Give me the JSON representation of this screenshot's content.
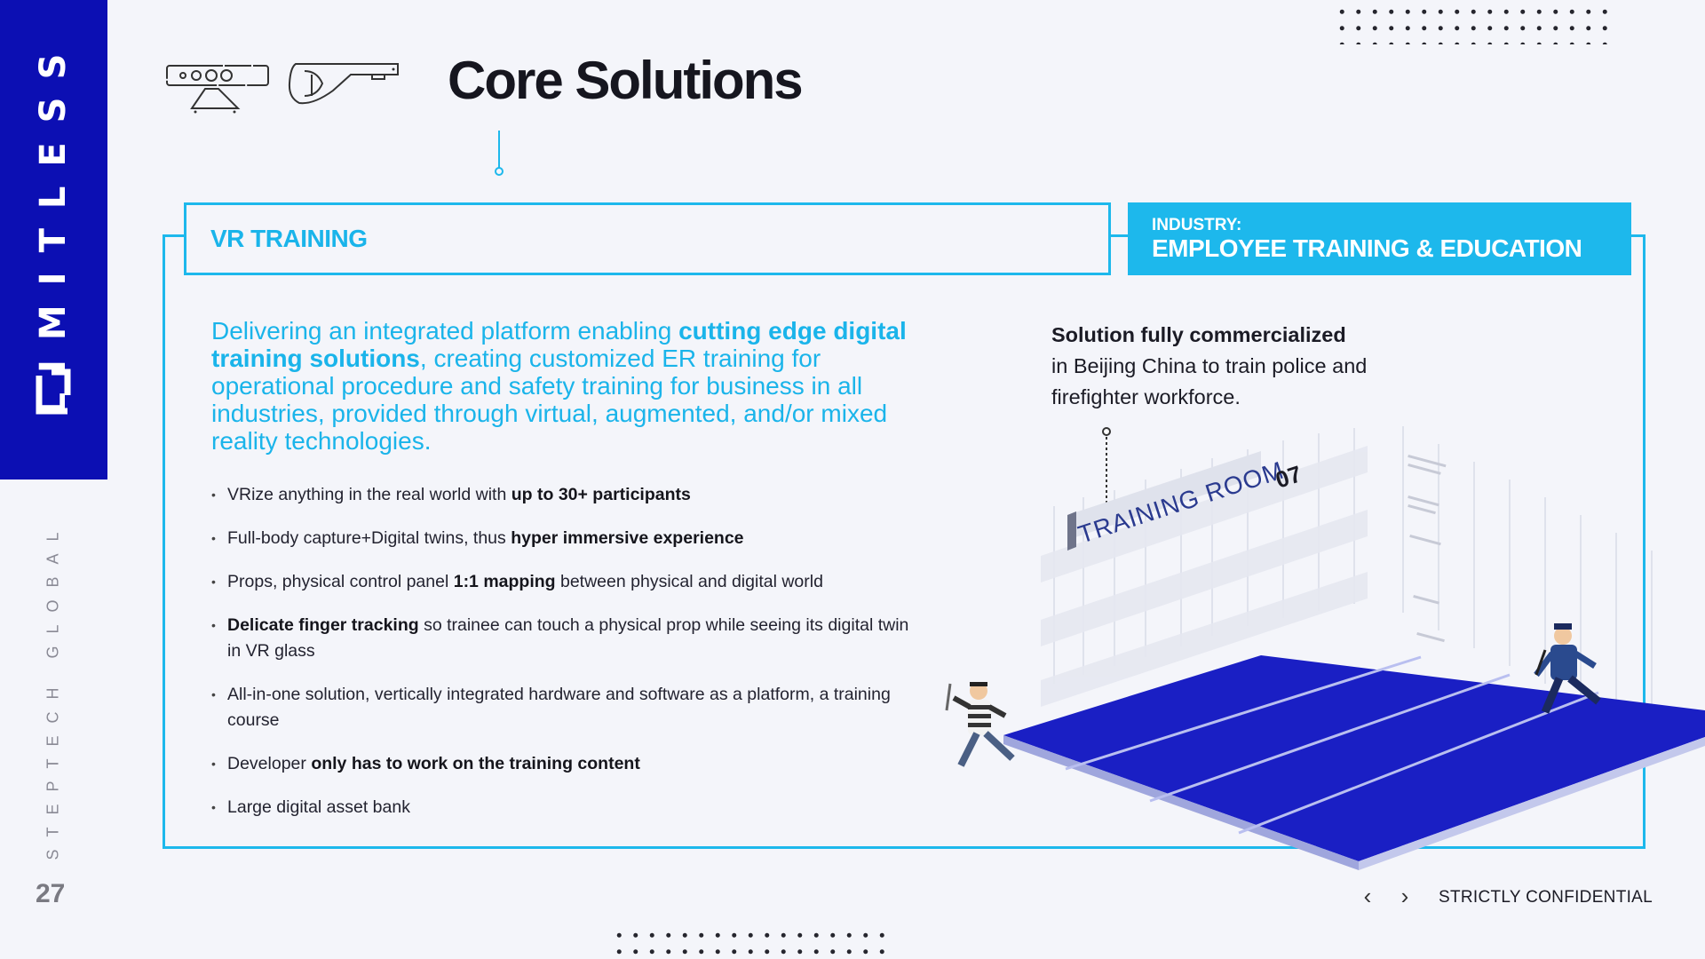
{
  "sidebar": {
    "brand": "LIMITLESS",
    "company": "STEPTECH GLOBAL",
    "page_number": "27",
    "accent_color": "#0c0fb3"
  },
  "header": {
    "title": "Core Solutions",
    "icons": [
      "depth-camera-icon",
      "vr-headset-icon"
    ]
  },
  "section": {
    "title": "VR TRAINING",
    "industry_label": "INDUSTRY:",
    "industry_value": "EMPLOYEE TRAINING & EDUCATION",
    "accent_color": "#1db8ec"
  },
  "intro": {
    "t1": "Delivering an integrated platform enabling ",
    "b1": "cutting edge digital training solutions",
    "t2": ", creating customized ER training for operational procedure and safety training for business in all industries, provided through virtual, augmented, and/or mixed reality technologies."
  },
  "bullets": [
    {
      "pre": "VRize anything in the real world with ",
      "bold": "up to 30+ participants",
      "post": ""
    },
    {
      "pre": "Full-body capture+Digital twins, thus ",
      "bold": "hyper immersive experience",
      "post": ""
    },
    {
      "pre": "Props, physical control panel ",
      "bold": "1:1 mapping",
      "post": " between physical and digital world"
    },
    {
      "pre": "",
      "bold": "Delicate finger tracking",
      "post": " so trainee can touch a physical prop while seeing its digital twin in VR glass"
    },
    {
      "pre": "All-in-one solution, vertically integrated hardware and software as a platform, a training course",
      "bold": "",
      "post": ""
    },
    {
      "pre": "Developer ",
      "bold": "only has to work on the training content",
      "post": ""
    },
    {
      "pre": "Large digital asset bank",
      "bold": "",
      "post": ""
    }
  ],
  "solution": {
    "bold": "Solution fully commercialized",
    "text": "in Beijing China to train police and firefighter workforce."
  },
  "illustration": {
    "sign_text": "TRAINING ROOM",
    "sign_number": "07",
    "floor_color": "#1a1fc4"
  },
  "footer": {
    "prev": "‹",
    "next": "›",
    "confidential": "STRICTLY CONFIDENTIAL"
  }
}
